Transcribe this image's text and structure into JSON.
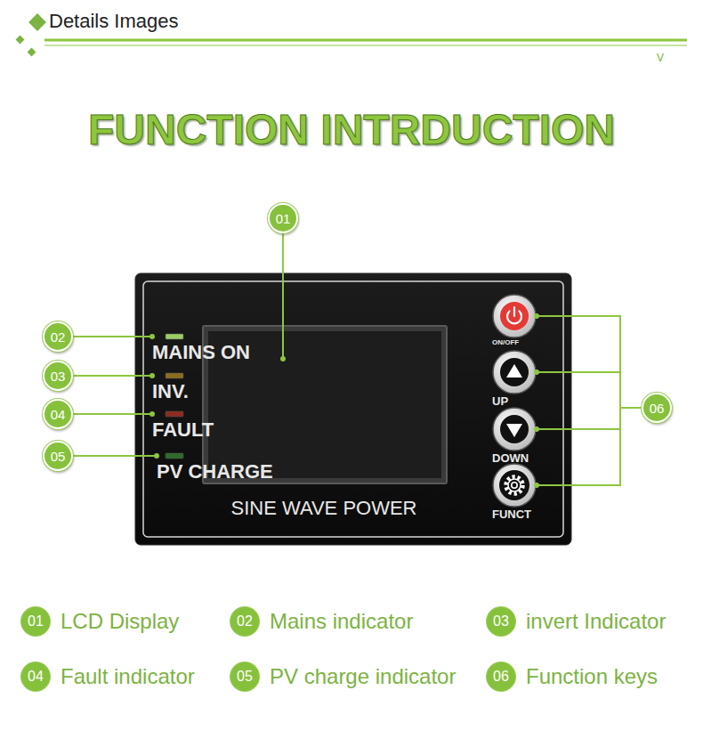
{
  "diagram": {
    "title": "FUNCTION INTRDUCTION",
    "nodes": [
      {
        "text": [
          "01"
        ]
      },
      {
        "text": [
          "SINE WAVE POWER"
        ]
      },
      {
        "text": [
          "MAINS ON"
        ],
        "in": 1
      },
      {
        "text": [
          "INV."
        ],
        "in": 1
      },
      {
        "text": [
          "FAULT"
        ],
        "in": 1
      },
      {
        "text": [
          "PV CHARGE"
        ],
        "in": 1
      },
      {
        "text": [
          "ON/OFF"
        ],
        "in": 1
      },
      {
        "text": [
          "UP"
        ],
        "in": 1
      },
      {
        "text": [
          "DOWN"
        ],
        "in": 1
      },
      {
        "text": [
          "FUNCT"
        ],
        "in": 1
      },
      {
        "text": [
          "02"
        ]
      },
      {
        "text": [
          "03"
        ]
      },
      {
        "text": [
          "04"
        ]
      },
      {
        "text": [
          "05"
        ]
      },
      {
        "text": [
          "06"
        ]
      },
      {
        "text": [
          "01",
          "LCD Display"
        ]
      },
      {
        "text": [
          "02",
          "Mains indicator"
        ]
      },
      {
        "text": [
          "03",
          "invert Indicator"
        ]
      },
      {
        "text": [
          "04",
          "Fault indicator"
        ]
      },
      {
        "text": [
          "05",
          "PV charge indicator"
        ]
      },
      {
        "text": [
          "06",
          "Function keys"
        ]
      }
    ],
    "edges": [
      {
        "from": 10,
        "to": 2,
        "arrow": "none"
      },
      {
        "from": 11,
        "to": 3,
        "arrow": "none"
      },
      {
        "from": 12,
        "to": 4,
        "arrow": "none"
      },
      {
        "from": 13,
        "to": 5,
        "arrow": "none"
      },
      {
        "from": 14,
        "to": 6,
        "arrow": "none"
      },
      {
        "from": 14,
        "to": 7,
        "arrow": "none"
      },
      {
        "from": 14,
        "to": 8,
        "arrow": "none"
      },
      {
        "from": 14,
        "to": 9,
        "arrow": "none"
      }
    ],
    "labels": [
      "Details Images",
      "V"
    ]
  }
}
